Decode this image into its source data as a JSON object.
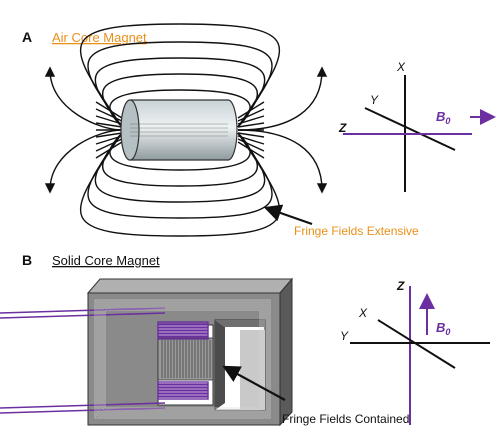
{
  "panel_a": {
    "letter": "A",
    "title": "Air Core Magnet",
    "caption": "Fringe Fields Extensive",
    "axes": {
      "x": "X",
      "y": "Y",
      "z": "Z",
      "field": "B",
      "field_sub": "0"
    }
  },
  "panel_b": {
    "letter": "B",
    "title": "Solid Core Magnet",
    "caption": "Fringe Fields Contained",
    "axes": {
      "x": "X",
      "y": "Y",
      "z": "Z",
      "field": "B",
      "field_sub": "0"
    }
  },
  "colors": {
    "accent_orange": "#e8901a",
    "field_purple": "#6b2fa0",
    "line_black": "#111111",
    "magnet_gray": "#8a8a8a"
  }
}
